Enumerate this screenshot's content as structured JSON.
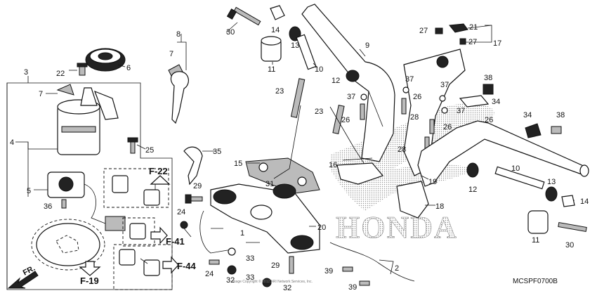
{
  "diagram": {
    "callouts": [
      "1",
      "2",
      "3",
      "4",
      "5",
      "6",
      "7",
      "7",
      "8",
      "9",
      "10",
      "10",
      "11",
      "11",
      "12",
      "12",
      "13",
      "13",
      "14",
      "14",
      "15",
      "16",
      "17",
      "18",
      "19",
      "20",
      "21",
      "22",
      "23",
      "23",
      "24",
      "24",
      "25",
      "26",
      "26",
      "26",
      "26",
      "27",
      "27",
      "28",
      "28",
      "29",
      "29",
      "30",
      "30",
      "31",
      "32",
      "32",
      "33",
      "33",
      "34",
      "34",
      "35",
      "36",
      "37",
      "37",
      "37",
      "37",
      "38",
      "38",
      "39",
      "39"
    ],
    "refs": [
      "F-22",
      "F-41",
      "F-44",
      "F-19"
    ],
    "front_label": "FR.",
    "brand_watermark": "HONDA",
    "diagram_code": "MCSPF0700B",
    "copyright_notice": "Image Copyright © 2012 ARI Network Services, Inc."
  },
  "colors": {
    "ink": "#111111",
    "stipple": "#8a8a8a",
    "background": "#ffffff"
  }
}
